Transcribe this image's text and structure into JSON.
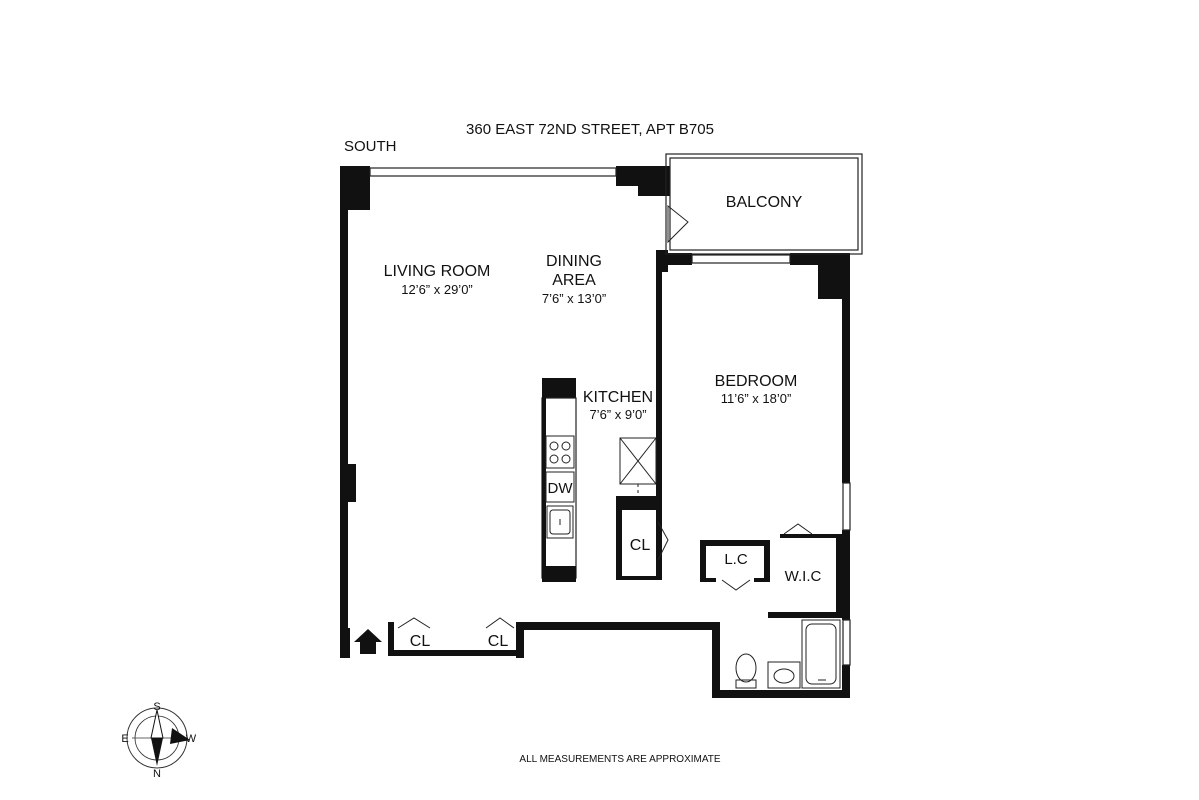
{
  "address": "360 EAST 72ND STREET, APT B705",
  "orientation_label": "SOUTH",
  "rooms": {
    "living_room": {
      "name": "LIVING ROOM",
      "dims": "12’6” x 29’0”"
    },
    "dining_area": {
      "name_line1": "DINING",
      "name_line2": "AREA",
      "dims": "7’6” x 13’0”"
    },
    "kitchen": {
      "name": "KITCHEN",
      "dims": "7’6” x 9’0”"
    },
    "bedroom": {
      "name": "BEDROOM",
      "dims": "11’6” x 18’0”"
    },
    "balcony": {
      "name": "BALCONY"
    }
  },
  "closets": {
    "hall_1": "CL",
    "hall_2": "CL",
    "kitchen": "CL",
    "linen": "L.C",
    "walk_in": "W.I.C"
  },
  "appliances": {
    "dishwasher": "DW"
  },
  "compass": {
    "north": "N",
    "south": "S",
    "east": "E",
    "west": "W"
  },
  "footer_note": "ALL MEASUREMENTS ARE APPROXIMATE",
  "colors": {
    "wall": "#111111",
    "line": "#222222",
    "background": "#ffffff"
  }
}
